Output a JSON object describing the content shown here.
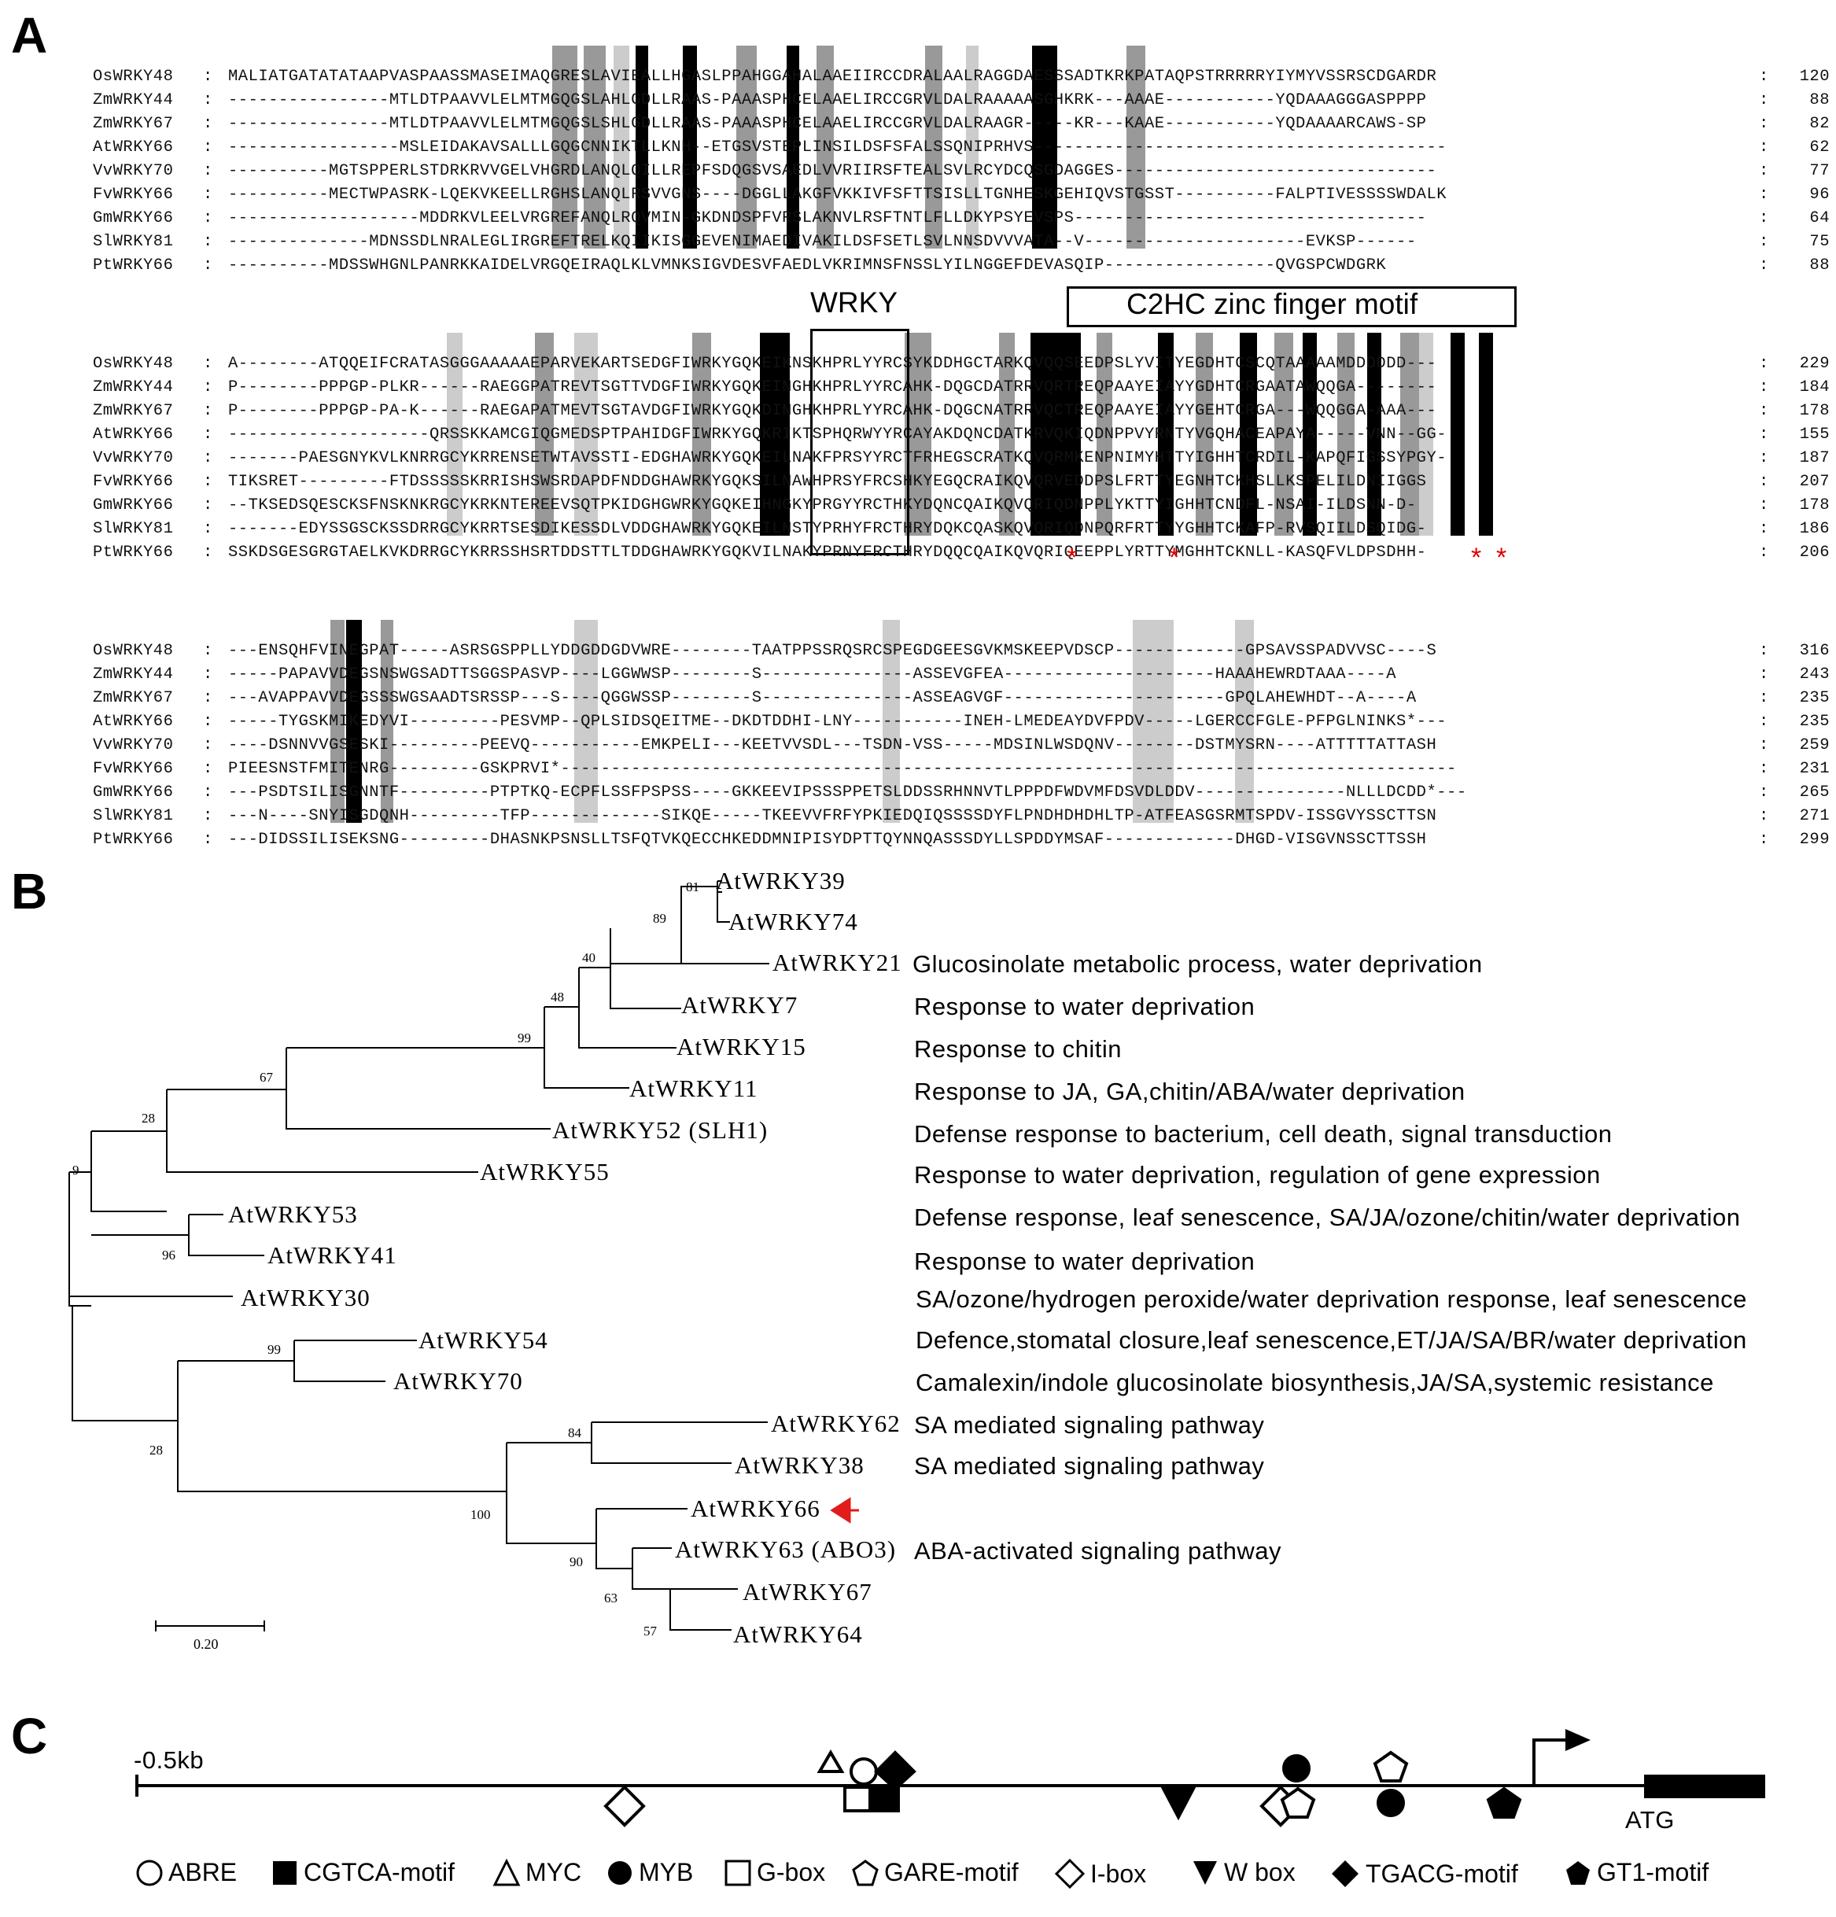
{
  "panels": {
    "a": "A",
    "b": "B",
    "c": "C"
  },
  "alignment": {
    "blocks": [
      {
        "rows": [
          {
            "name": "OsWRKY48",
            "seq": "MALIATGATATATAAPVASPAASSMASEIMAQGRESLAVIEALLHGASLPPAHGGAHALAAEIIRCCDRALAALRAGGDAESSSADTKRKPATAQPSTRRRRRYIYMYVSSRSCDGARDR",
            "pos": "120"
          },
          {
            "name": "ZmWRKY44",
            "seq": "----------------MTLDTPAAVVLELMTMGQGSLAHLGDLLRAAS-PAAASPHCELAAELIRCCGRVLDALRAAAAASGHKRK---AAAE-----------YQDAAAGGGASPPPP",
            "pos": "88"
          },
          {
            "name": "ZmWRKY67",
            "seq": "----------------MTLDTPAAVVLELMTMGQGSLSHLGDLLRAAS-PAAASPHCELAAELIRCCGRVLDALRAAGR-----KR---KAAE-----------YQDAAAARCAWS-SP",
            "pos": "82"
          },
          {
            "name": "AtWRKY66",
            "seq": "-----------------MSLEIDAKAVSALLLGQGCNNIKTLLKNH--ETGSVSTEPLINSILDSFSFALSSQNIPRHVS-----------------------------------------",
            "pos": "62"
          },
          {
            "name": "VvWRKY70",
            "seq": "----------MGTSPPERLSTDRKRVVGELVHGRDLANQLQILLREPFSDQGSVSAEDLVVRIIRSFTEALSVLRCYDCQSGDAGGES--------------------------------",
            "pos": "77"
          },
          {
            "name": "FvWRKY66",
            "seq": "----------MECTWPASRK-LQEKVKEELLRGHSLANQLRSVVGNS----DGGLLAKGFVKKIVFSFTTSISLLTGNHESKGEHIQVSTGSST----------FALPTIVESSSSWDALK",
            "pos": "96"
          },
          {
            "name": "GmWRKY66",
            "seq": "-------------------MDDRKVLEELVRGREFANQLRQVMIN-GKDNDSPFVRSLAKNVLRSFTNTLFLLDKYPSYEVSPS-----------------------------------",
            "pos": "64"
          },
          {
            "name": "SlWRKY81",
            "seq": "--------------MDNSSDLNRALEGLIRGREFTRELKQIIKISGGEVENIMAEDIVAKILDSFSETLSVLNNSDVVVATA--V----------------------EVKSP------",
            "pos": "75"
          },
          {
            "name": "PtWRKY66",
            "seq": "----------MDSSWHGNLPANRKKAIDELVRGQEIRAQLKLVMNKSIGVDESVFAEDLVKRIMNSFNSSLYILNGGEFDEVASQIP-----------------QVGSPCWDGRK",
            "pos": "88"
          }
        ]
      },
      {
        "rows": [
          {
            "name": "OsWRKY48",
            "seq": "A--------ATQQEIFCRATASGGGAAAAAEPARVEKARTSEDGFIWRKYGQKEIKNSKHPRLYYRCSYKDDHGCTARKQVQQSEEDPSLYVITYEGDHTCSCQTAAAAAMDDDDDD---",
            "pos": "229"
          },
          {
            "name": "ZmWRKY44",
            "seq": "P--------PPPGP-PLKR------RAEGGPATREVTSGTTVDGFIWRKYGQKEINGHKHPRLYYRCAHK-DQGCDATRRVQRTREQPAAYEIAYYGDHTCRGAATAWQQGA--------",
            "pos": "184"
          },
          {
            "name": "ZmWRKY67",
            "seq": "P--------PPPGP-PA-K------RAEGAPATMEVTSGTAVDGFIWRKYGQKDINGHKHPRLYYRCAHK-DQGCNATRRVQCTREQPAAYEIAYYGEHTCRGA---WQQGGA-AAA---",
            "pos": "178"
          },
          {
            "name": "AtWRKY66",
            "seq": "--------------------QRSSKKAMCGIQGMEDSPTPAHIDGFIWRKYGQKRIKTSPHQRWYYRCAYAKDQNCDATKRVQKIQDNPPVYRNTYVGQHACEAPAYA-----VNN--GG-",
            "pos": "155"
          },
          {
            "name": "VvWRKY70",
            "seq": "-------PAESGNYKVLKNRRGCYKRRENSETWTAVSSTI-EDGHAWRKYGQKEILNAKFPRSYYRCTFRHEGSCRATKQVQRMKENPNIMYHTTYIGHHTCRDIL-KAPQFIGSSYPGY-",
            "pos": "187"
          },
          {
            "name": "FvWRKY66",
            "seq": "TIKSRET---------FTDSSSSSKRRISHSWSRDAPDFNDDGHAWRKYGQKSILNAWHPRSYFRCSHKYEGQCRAIKQVQRVEDDPSLFRTTYEGNHTCKHSLLKSPELILDNIIGGS",
            "pos": "207"
          },
          {
            "name": "GmWRKY66",
            "seq": "--TKSEDSQESCKSFNSKNKRGCYKRKNTEREEVSQTPKIDGHGWRKYGQKEIHNGKYPRGYYRCTHKYDQNCQAIKQVQRIQDNPPLYKTTYIGHHTCNDFL-NSAI-ILDSNN-D-",
            "pos": "178"
          },
          {
            "name": "SlWRKY81",
            "seq": "-------EDYSSGSCKSSDRRGCYKRRTSESDIKESSDLVDDGHAWRKYGQKEILNSTYPRHYFRCTHRYDQKCQASKQVQRIQDNPQRFRTTYYGHHTCKAFP-RVSQIILDSQIDG-",
            "pos": "186"
          },
          {
            "name": "PtWRKY66",
            "seq": "SSKDSGESGRGTAELKVKDRRGCYKRRSSHSRTDDSTTLTDDGHAWRKYGQKVILNAKYPRNYFRCTHRYDQQCQAIKQVQRIQEEPPLYRTTYMGHHTCKNLL-KASQFVLDPSDHH-",
            "pos": "206"
          }
        ]
      },
      {
        "rows": [
          {
            "name": "OsWRKY48",
            "seq": "---ENSQHFVINEGPAT-----ASRSGSPPLLYDDGDDGDVWRE--------TAATPPSSRQSRCSPEGDGEESGVKMSKEEPVDSCP-------------GPSAVSSPADVVSC----S",
            "pos": "316"
          },
          {
            "name": "ZmWRKY44",
            "seq": "-----PAPAVVDEGSNSWGSADTTSGGSPASVP----LGGWWSP--------S---------------ASSEVGFEA---------------------HAAAHEWRDTAAA----A",
            "pos": "243"
          },
          {
            "name": "ZmWRKY67",
            "seq": "---AVAPPAVVDEGSSSWGSAADTSRSSP---S----QGGWSSP--------S---------------ASSEAGVGF----------------------GPQLAHEWHDT--A----A",
            "pos": "235"
          },
          {
            "name": "AtWRKY66",
            "seq": "-----TYGSKMIKEDYVI---------PESVMP--QPLSIDSQEITME--DKDTDDHI-LNY-----------INEH-LMEDEAYDVFPDV-----LGERCCFGLE-PFPGLNINKS*---",
            "pos": "235"
          },
          {
            "name": "VvWRKY70",
            "seq": "----DSNNVVGSESKI---------PEEVQ-----------EMKPELI---KEETVVSDL---TSDN-VSS-----MDSINLWSDQNV--------DSTMYSRN----ATTTTTATTASH",
            "pos": "259"
          },
          {
            "name": "FvWRKY66",
            "seq": "PIEESNSTFMITENRG---------GSKPRVI*-----------------------------------------------------------------------------------------",
            "pos": "231"
          },
          {
            "name": "GmWRKY66",
            "seq": "---PSDTSILISGNNTF---------PTPTKQ-ECPFLSSFPSPSS----GKKEEVIPSSSPPETSLDDSSRHNNVTLPPPDFWDVMFDSVDLDDV---------------NLLLDCDD*---",
            "pos": "265"
          },
          {
            "name": "SlWRKY81",
            "seq": "---N----SNYISGDQNH---------TFP-------------SIKQE-----TKEEVVFRFYPKIEDQIQSSSSDYFLPNDHDHDHLTP-ATFEASGSRMTSPDV-ISSGVYSSCTTSN",
            "pos": "271"
          },
          {
            "name": "PtWRKY66",
            "seq": "---DIDSSILISEKSNG---------DHASNKPSNSLLTSFQTVKQECCHKEDDMNIPISYDPTTQYNNQASSSDYLLSPDDYMSAF-------------DHGD-VISGVNSSCTTSSH",
            "pos": "299"
          }
        ]
      }
    ],
    "motifs": {
      "wrky": "WRKY",
      "zinc": "C2HC zinc finger motif"
    },
    "stars": "*"
  },
  "tree": {
    "leaves": [
      {
        "id": "AtWRKY39",
        "label": "AtWRKY39",
        "func": ""
      },
      {
        "id": "AtWRKY74",
        "label": "AtWRKY74",
        "func": ""
      },
      {
        "id": "AtWRKY21",
        "label": "AtWRKY21",
        "func": "Glucosinolate metabolic process, water deprivation"
      },
      {
        "id": "AtWRKY7",
        "label": "AtWRKY7",
        "func": "Response to water deprivation"
      },
      {
        "id": "AtWRKY15",
        "label": "AtWRKY15",
        "func": "Response to chitin"
      },
      {
        "id": "AtWRKY11",
        "label": "AtWRKY11",
        "func": "Response to JA, GA,chitin/ABA/water deprivation"
      },
      {
        "id": "AtWRKY52",
        "label": "AtWRKY52 (SLH1)",
        "func": "Defense response to bacterium, cell death, signal transduction"
      },
      {
        "id": "AtWRKY55",
        "label": "AtWRKY55",
        "func": "Response to water deprivation, regulation of gene expression"
      },
      {
        "id": "AtWRKY53",
        "label": "AtWRKY53",
        "func": "Defense response, leaf senescence, SA/JA/ozone/chitin/water deprivation"
      },
      {
        "id": "AtWRKY41",
        "label": "AtWRKY41",
        "func": "Response to water deprivation"
      },
      {
        "id": "AtWRKY30",
        "label": "AtWRKY30",
        "func": "SA/ozone/hydrogen peroxide/water deprivation response, leaf senescence"
      },
      {
        "id": "AtWRKY54",
        "label": "AtWRKY54",
        "func": "Defence,stomatal closure,leaf senescence,ET/JA/SA/BR/water deprivation"
      },
      {
        "id": "AtWRKY70",
        "label": "AtWRKY70",
        "func": "Camalexin/indole glucosinolate biosynthesis,JA/SA,systemic resistance"
      },
      {
        "id": "AtWRKY62",
        "label": "AtWRKY62",
        "func": "SA mediated signaling pathway"
      },
      {
        "id": "AtWRKY38",
        "label": "AtWRKY38",
        "func": "SA mediated signaling pathway"
      },
      {
        "id": "AtWRKY66",
        "label": "AtWRKY66",
        "func": ""
      },
      {
        "id": "AtWRKY63",
        "label": "AtWRKY63 (ABO3)",
        "func": "ABA-activated signaling pathway"
      },
      {
        "id": "AtWRKY67",
        "label": "AtWRKY67",
        "func": ""
      },
      {
        "id": "AtWRKY64",
        "label": "AtWRKY64",
        "func": ""
      }
    ],
    "bootstraps": [
      "81",
      "89",
      "40",
      "48",
      "99",
      "67",
      "28",
      "9",
      "96",
      "99",
      "28",
      "84",
      "100",
      "90",
      "63",
      "57"
    ],
    "scale": "0.20"
  },
  "promoter": {
    "start_label": "-0.5kb",
    "atg_label": "ATG",
    "legend": [
      {
        "icon": "open-circle-icon",
        "label": "ABRE"
      },
      {
        "icon": "filled-square-icon",
        "label": "CGTCA-motif"
      },
      {
        "icon": "open-triangle-icon",
        "label": "MYC"
      },
      {
        "icon": "filled-circle-icon",
        "label": "MYB"
      },
      {
        "icon": "open-square-icon",
        "label": "G-box"
      },
      {
        "icon": "open-pentagon-icon",
        "label": "GARE-motif"
      },
      {
        "icon": "open-diamond-icon",
        "label": "I-box"
      },
      {
        "icon": "filled-down-triangle-icon",
        "label": "W box"
      },
      {
        "icon": "filled-diamond-icon",
        "label": "TGACG-motif"
      },
      {
        "icon": "filled-pentagon-icon",
        "label": "GT1-motif"
      }
    ]
  }
}
